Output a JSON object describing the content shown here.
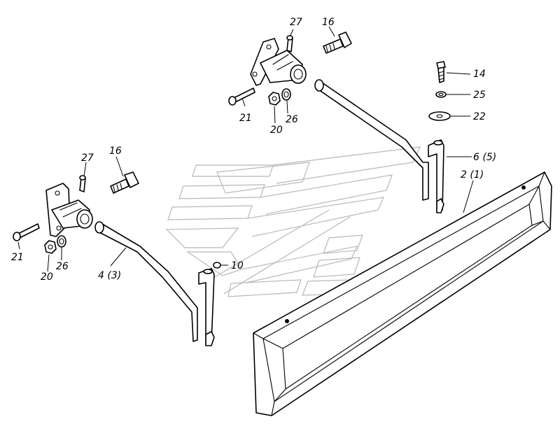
{
  "callouts": {
    "c27_top": "27",
    "c16_top": "16",
    "c14": "14",
    "c25": "25",
    "c22": "22",
    "c21_top": "21",
    "c20_top": "20",
    "c26_top": "26",
    "c6_5": "6 (5)",
    "c2_1": "2 (1)",
    "c27_left": "27",
    "c16_left": "16",
    "c21_left": "21",
    "c20_left": "20",
    "c26_left": "26",
    "c4_3": "4 (3)",
    "c10": "10"
  },
  "icons": {
    "watermark": "chevron-stripes-watermark-icon"
  }
}
